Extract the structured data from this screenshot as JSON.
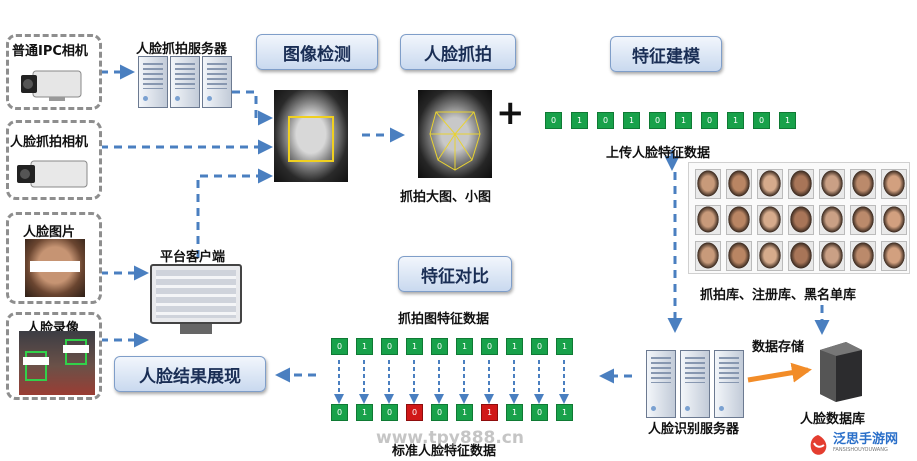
{
  "sources": {
    "ipc_camera": "普通IPC相机",
    "face_camera": "人脸抓拍相机",
    "face_image": "人脸图片",
    "face_video": "人脸录像"
  },
  "nodes": {
    "capture_server": "人脸抓拍服务器",
    "platform_client": "平台客户端",
    "capture_images": "抓拍大图、小图",
    "upload_features": "上传人脸特征数据",
    "libraries": "抓拍库、注册库、黑名单库",
    "data_storage": "数据存储",
    "recognition_server": "人脸识别服务器",
    "face_database": "人脸数据库",
    "capture_feature_data": "抓拍图特征数据",
    "standard_feature_data": "标准人脸特征数据"
  },
  "stages": {
    "image_detection": "图像检测",
    "face_capture": "人脸抓拍",
    "feature_modeling": "特征建模",
    "feature_compare": "特征对比",
    "result_display": "人脸结果展现"
  },
  "operator_plus": "+",
  "feature_bits": {
    "upload": [
      "0",
      "1",
      "0",
      "1",
      "0",
      "1",
      "0",
      "1",
      "0",
      "1"
    ],
    "capture": [
      "0",
      "1",
      "0",
      "1",
      "0",
      "1",
      "0",
      "1",
      "0",
      "1"
    ],
    "standard": [
      "0",
      "1",
      "0",
      "0",
      "0",
      "1",
      "1",
      "1",
      "0",
      "1"
    ],
    "standard_mismatch": [
      false,
      false,
      false,
      true,
      false,
      false,
      true,
      false,
      false,
      false
    ]
  },
  "watermarks": {
    "site_url": "www.tpy888.cn",
    "brand": "泛思手游网",
    "brand_sub": "FANSISHOUYOUWANG"
  },
  "colors": {
    "arrow": "#4a7fc0",
    "bit_match": "#18a14a",
    "bit_mismatch": "#d01818",
    "storage_arrow": "#f28c28",
    "stage_text": "#1a2e55"
  }
}
